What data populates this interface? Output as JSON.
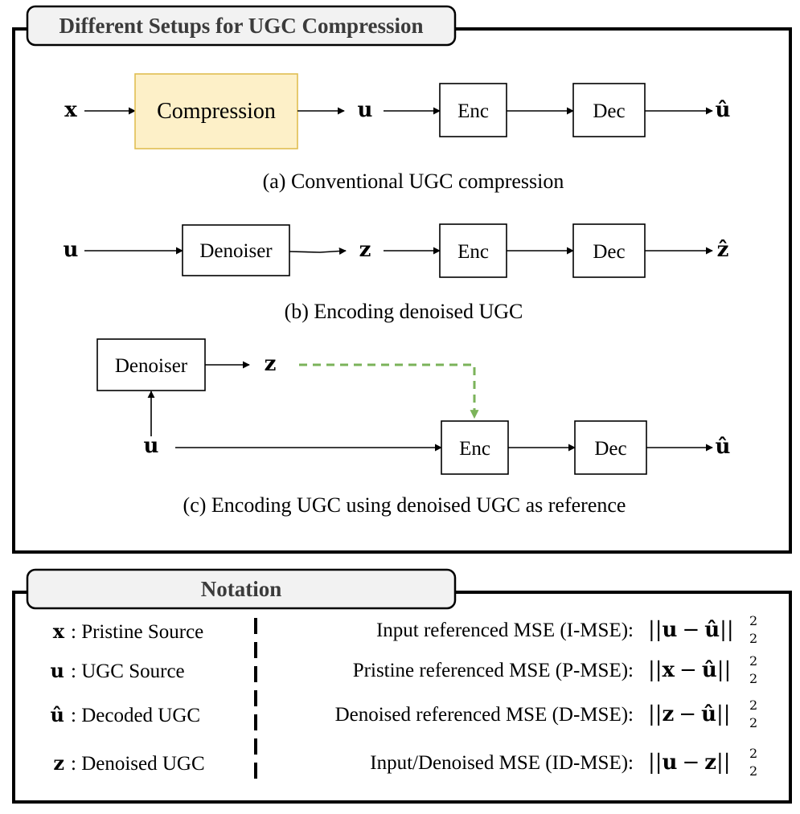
{
  "panel_setups": {
    "title": "Different Setups for UGC Compression",
    "row_a": {
      "input": "x",
      "block": "Compression",
      "mid": "u",
      "enc": "Enc",
      "dec": "Dec",
      "output": "û",
      "caption": "(a) Conventional UGC compression"
    },
    "row_b": {
      "input": "u",
      "block": "Denoiser",
      "mid": "z",
      "enc": "Enc",
      "dec": "Dec",
      "output": "ẑ",
      "caption": "(b) Encoding denoised UGC"
    },
    "row_c": {
      "block": "Denoiser",
      "mid": "z",
      "input": "u",
      "enc": "Enc",
      "dec": "Dec",
      "output": "û",
      "caption": "(c) Encoding UGC using denoised UGC as reference"
    }
  },
  "panel_notation": {
    "title": "Notation",
    "symbols": [
      {
        "sym": "x",
        "desc": ": Pristine Source"
      },
      {
        "sym": "u",
        "desc": ": UGC Source"
      },
      {
        "sym": "û",
        "desc": ": Decoded UGC"
      },
      {
        "sym": "z",
        "desc": ": Denoised UGC"
      }
    ],
    "metrics": [
      {
        "label": "Input referenced MSE (I-MSE):",
        "a": "u",
        "b": "û"
      },
      {
        "label": "Pristine referenced MSE (P-MSE):",
        "a": "x",
        "b": "û"
      },
      {
        "label": "Denoised referenced MSE (D-MSE):",
        "a": "z",
        "b": "û"
      },
      {
        "label": "Input/Denoised MSE (ID-MSE):",
        "a": "u",
        "b": "z"
      }
    ],
    "norm_open": "||",
    "norm_close": "||",
    "minus": "−",
    "sup": "2",
    "sub": "2"
  },
  "colors": {
    "compression_fill": "#fdf0c8",
    "compression_stroke": "#e0be52",
    "reference_arrow": "#7bb35a",
    "title_tab_fill": "#f2f2f2",
    "title_text": "#3b3b3b"
  }
}
